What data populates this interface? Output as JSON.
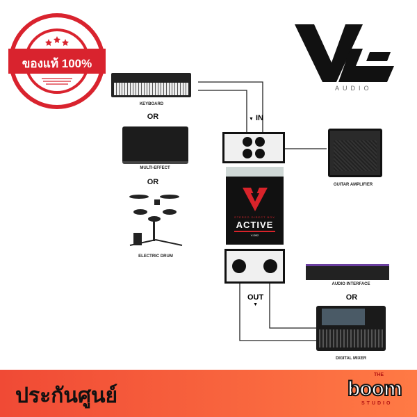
{
  "badge": {
    "text": "ของแท้ 100%",
    "color": "#d9232e"
  },
  "brand_logo": {
    "text": "VL",
    "subtext": "AUDIO"
  },
  "inputs": [
    {
      "label": "KEYBOARD"
    },
    {
      "label": "MULTI-EFFECT"
    },
    {
      "label": "ELECTRIC DRUM"
    }
  ],
  "or_label": "OR",
  "device": {
    "in_label": "IN",
    "out_label": "OUT",
    "subtitle": "STEREO DIRECT BOX",
    "name": "ACTIVE",
    "model": "V-DB2",
    "in_arrow": "▼",
    "out_arrow": "▼"
  },
  "outputs": {
    "amp": "GUITAR AMPLIFIER",
    "interface": "AUDIO INTERFACE",
    "mixer": "DIGITAL MIXER"
  },
  "banner": {
    "text": "ประกันศูนย์",
    "colors": [
      "#f04a35",
      "#ff7a45"
    ]
  },
  "store_logo": {
    "the": "THE",
    "name": "boom",
    "studio": "STUDIO"
  }
}
